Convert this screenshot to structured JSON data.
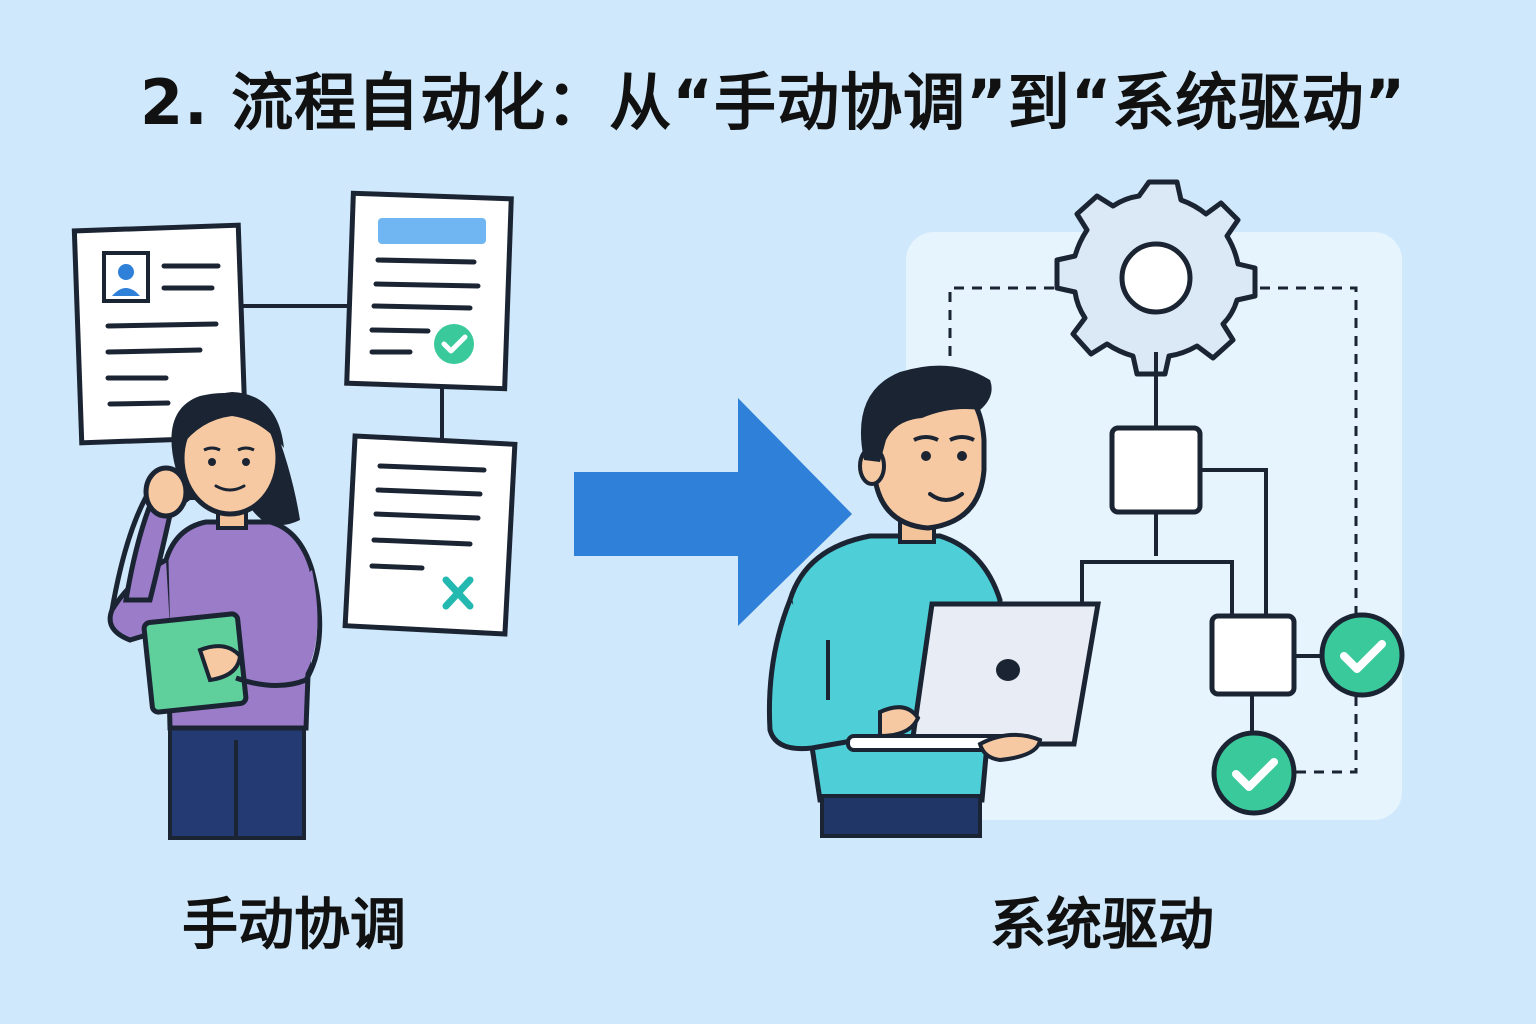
{
  "title": "2. 流程自动化：从“手动协调”到“系统驱动”",
  "left_panel": {
    "label": "手动协调"
  },
  "right_panel": {
    "label": "系统驱动"
  },
  "icons": [
    "document-icon",
    "avatar-icon",
    "check-icon",
    "cross-icon",
    "phone-person",
    "tablet-icon",
    "arrow-right-icon",
    "gear-icon",
    "laptop-icon",
    "flow-node",
    "check-circle-icon"
  ],
  "colors": {
    "background": "#cfe8fb",
    "arrow": "#2f80d8",
    "success": "#3ac99a",
    "cross": "#23b9b0",
    "person_left_shirt": "#9b7cc8",
    "person_right_shirt": "#4ecfd8"
  }
}
